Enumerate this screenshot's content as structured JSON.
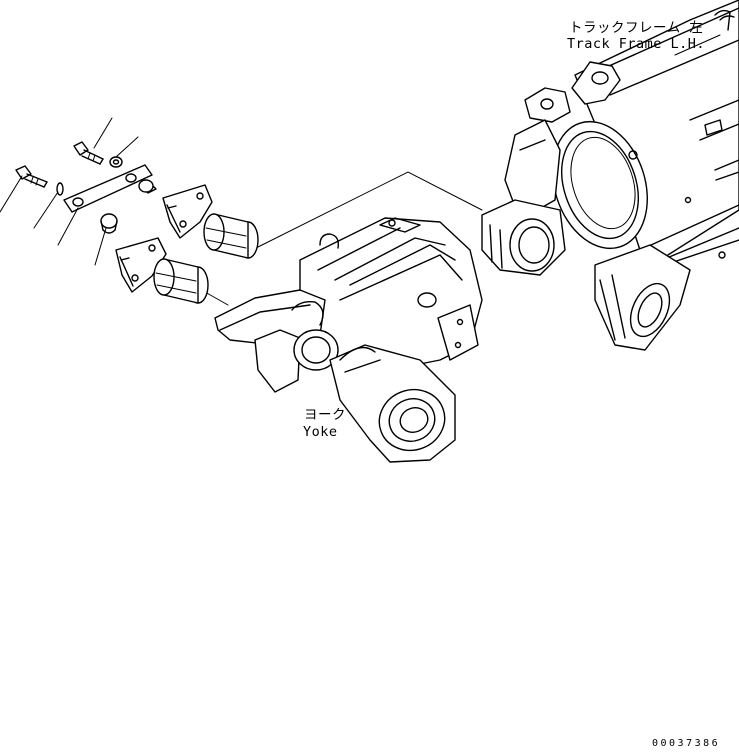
{
  "labels": {
    "track_frame_jp": "トラックフレーム 左",
    "track_frame_en": "Track Frame L.H.",
    "yoke_jp": "ヨーク",
    "yoke_en": "Yoke"
  },
  "drawing_number": "00037386"
}
